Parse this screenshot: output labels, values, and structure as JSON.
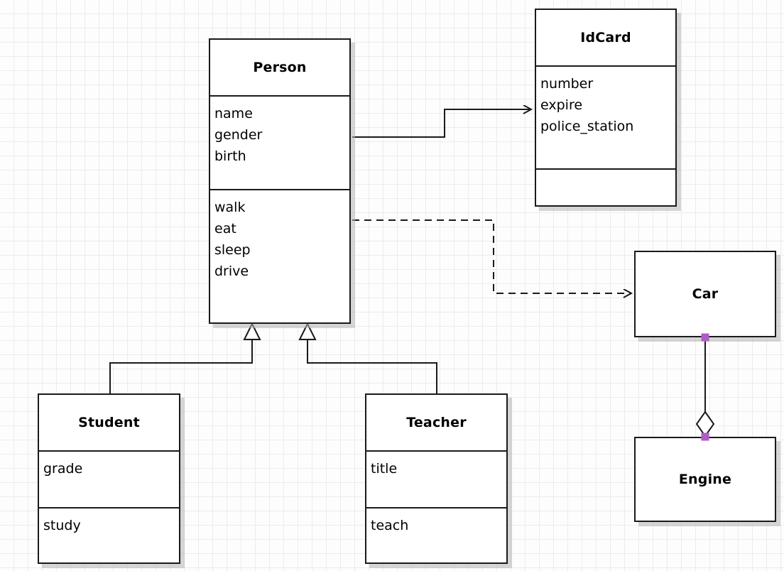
{
  "diagram": {
    "kind": "uml-class-diagram",
    "background_color": "#fdfdfd",
    "grid_color": "#ececec",
    "line_color": "#1a1a1a",
    "handle_color": "#b05cc8",
    "classes": [
      {
        "id": "person",
        "name": "Person",
        "attributes": [
          "name",
          "gender",
          "birth"
        ],
        "operations": [
          "walk",
          "eat",
          "sleep",
          "drive"
        ]
      },
      {
        "id": "idcard",
        "name": "IdCard",
        "attributes": [
          "number",
          "expire",
          "police_station"
        ],
        "operations": []
      },
      {
        "id": "student",
        "name": "Student",
        "attributes": [
          "grade"
        ],
        "operations": [
          "study"
        ]
      },
      {
        "id": "teacher",
        "name": "Teacher",
        "attributes": [
          "title"
        ],
        "operations": [
          "teach"
        ]
      },
      {
        "id": "car",
        "name": "Car",
        "attributes": [],
        "operations": []
      },
      {
        "id": "engine",
        "name": "Engine",
        "attributes": [],
        "operations": []
      }
    ],
    "relationships": [
      {
        "id": "person-idcard",
        "type": "association",
        "from": "Person",
        "to": "IdCard",
        "arrow": "open"
      },
      {
        "id": "person-car",
        "type": "dependency",
        "from": "Person",
        "to": "Car",
        "arrow": "open",
        "style": "dashed"
      },
      {
        "id": "student-person",
        "type": "generalization",
        "from": "Student",
        "to": "Person",
        "arrow": "hollow-triangle"
      },
      {
        "id": "teacher-person",
        "type": "generalization",
        "from": "Teacher",
        "to": "Person",
        "arrow": "hollow-triangle"
      },
      {
        "id": "car-engine",
        "type": "aggregation",
        "from": "Car",
        "to": "Engine",
        "arrow": "hollow-diamond"
      }
    ]
  }
}
